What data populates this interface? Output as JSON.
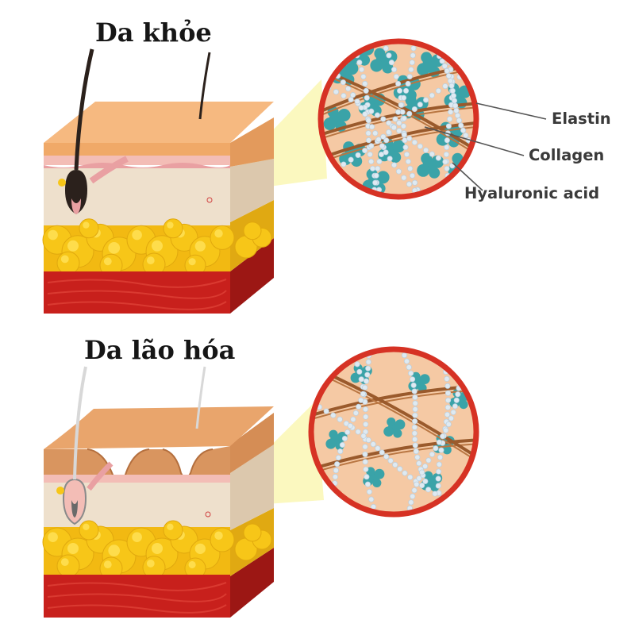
{
  "panels": [
    {
      "id": "healthy",
      "title": "Da khỏe"
    },
    {
      "id": "aged",
      "title": "Da lão hóa"
    }
  ],
  "legend": {
    "elastin": "Elastin",
    "collagen": "Collagen",
    "hyaluronic": "Hyaluronic acid"
  },
  "colors": {
    "epidermis": "#f2b277",
    "epidermis_top": "#f7c99a",
    "stratum_pink": "#f3bdb6",
    "dermis": "#eee0cc",
    "fat": "#f7c618",
    "fat_highlight": "#ffe25a",
    "muscle": "#c8201c",
    "zoom_ring": "#d63224",
    "zoom_fill": "#f5c9a4",
    "zoom_cone": "#fbf7b8",
    "elastin_fiber": "#dfeaf2",
    "collagen_fiber": "#9a5a2c",
    "hyaluronic_dot": "#3aa3a8",
    "hair": "#2b211c",
    "hair_aged": "#d8d8d8"
  }
}
